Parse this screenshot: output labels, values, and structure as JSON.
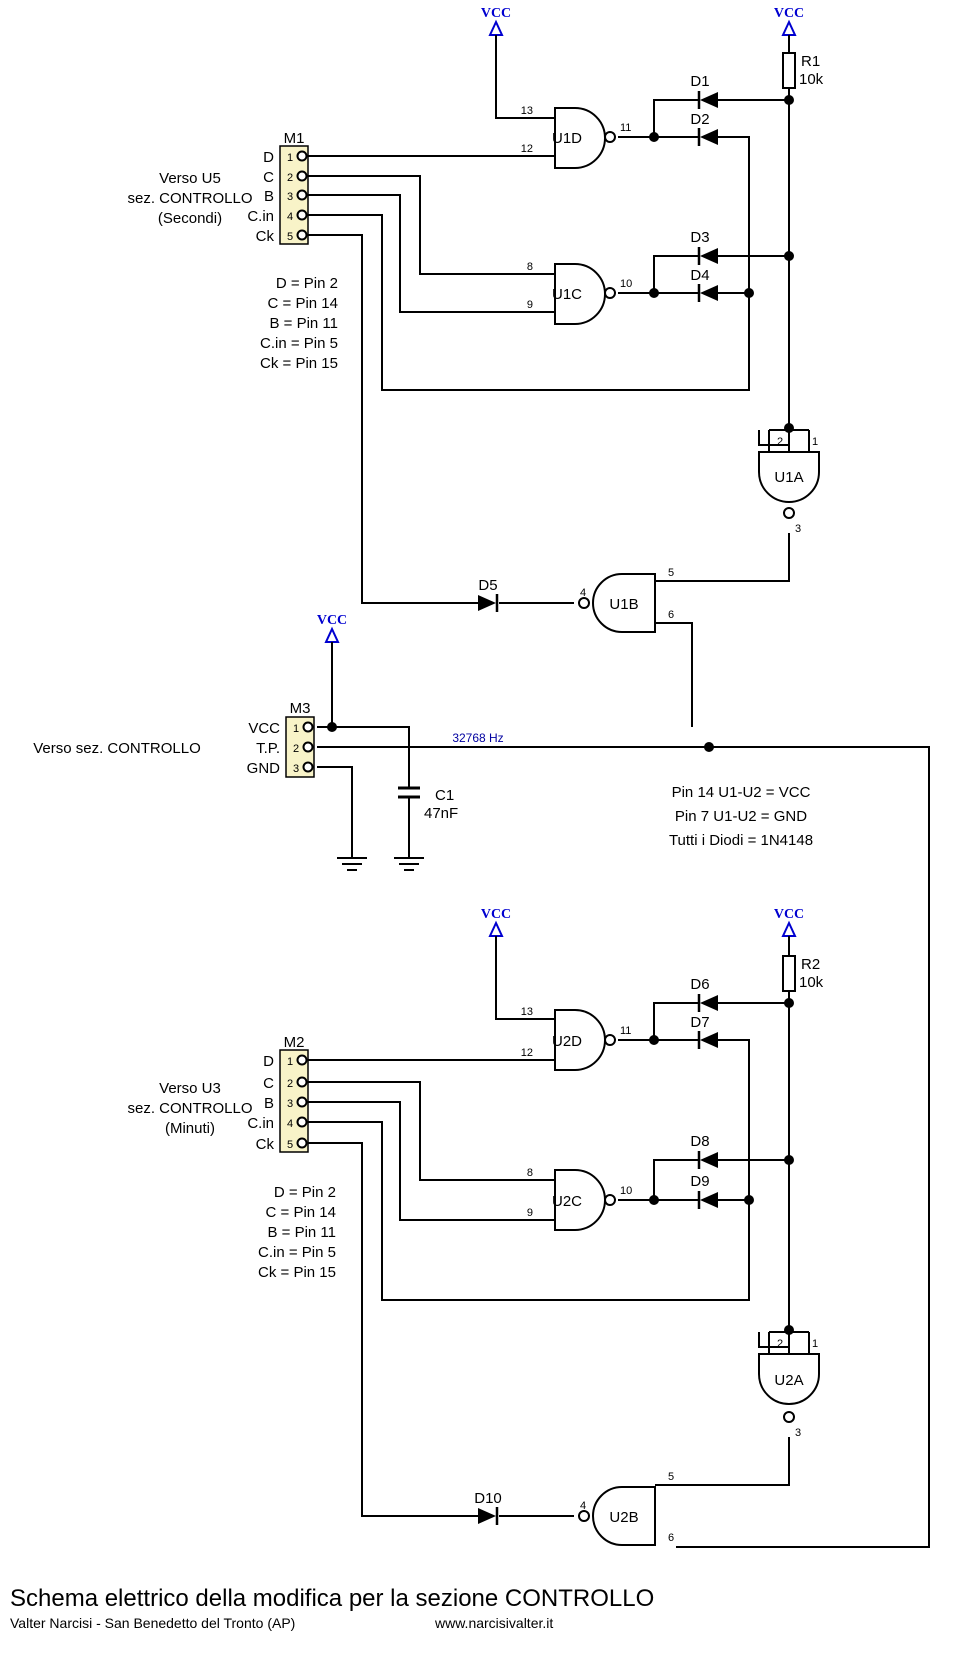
{
  "supply_label": "VCC",
  "u1": {
    "vcc_labels": [
      "VCC",
      "VCC"
    ],
    "connector": {
      "name": "M1",
      "signals": [
        "D",
        "C",
        "B",
        "C.in",
        "Ck"
      ],
      "pins": [
        "1",
        "2",
        "3",
        "4",
        "5"
      ]
    },
    "dest": [
      "Verso U5",
      "sez. CONTROLLO",
      "(Secondi)"
    ],
    "mapping": [
      "D = Pin 2",
      "C = Pin 14",
      "B = Pin 11",
      "C.in = Pin 5",
      "Ck = Pin 15"
    ],
    "gates": {
      "d": {
        "name": "U1D",
        "in_a": "13",
        "in_b": "12",
        "out": "11"
      },
      "c": {
        "name": "U1C",
        "in_a": "8",
        "in_b": "9",
        "out": "10"
      },
      "a": {
        "name": "U1A",
        "in_a": "2",
        "in_b": "1",
        "out": "3"
      },
      "b": {
        "name": "U1B",
        "in_a": "4",
        "in_b": "5",
        "in_c": "6"
      }
    },
    "diodes": [
      "D1",
      "D2",
      "D3",
      "D4",
      "D5"
    ],
    "resistor": {
      "name": "R1",
      "value": "10k"
    }
  },
  "u2": {
    "vcc_labels": [
      "VCC",
      "VCC"
    ],
    "connector": {
      "name": "M2",
      "signals": [
        "D",
        "C",
        "B",
        "C.in",
        "Ck"
      ],
      "pins": [
        "1",
        "2",
        "3",
        "4",
        "5"
      ]
    },
    "dest": [
      "Verso U3",
      "sez. CONTROLLO",
      "(Minuti)"
    ],
    "mapping": [
      "D = Pin 2",
      "C = Pin 14",
      "B = Pin 11",
      "C.in = Pin 5",
      "Ck = Pin 15"
    ],
    "gates": {
      "d": {
        "name": "U2D",
        "in_a": "13",
        "in_b": "12",
        "out": "11"
      },
      "c": {
        "name": "U2C",
        "in_a": "8",
        "in_b": "9",
        "out": "10"
      },
      "a": {
        "name": "U2A",
        "in_a": "2",
        "in_b": "1",
        "out": "3"
      },
      "b": {
        "name": "U2B",
        "in_a": "4",
        "in_b": "5",
        "in_c": "6"
      }
    },
    "diodes": [
      "D6",
      "D7",
      "D8",
      "D9",
      "D10"
    ],
    "resistor": {
      "name": "R2",
      "value": "10k"
    }
  },
  "m3": {
    "name": "M3",
    "signals": [
      "VCC",
      "T.P.",
      "GND"
    ],
    "pins": [
      "1",
      "2",
      "3"
    ],
    "dest": "Verso sez. CONTROLLO",
    "vcc_label": "VCC",
    "freq": "32768 Hz",
    "cap": {
      "name": "C1",
      "value": "47nF"
    }
  },
  "notes": [
    "Pin 14 U1-U2 = VCC",
    "Pin 7 U1-U2 = GND",
    "Tutti i Diodi = 1N4148"
  ],
  "footer": {
    "title": "Schema elettrico della modifica per la sezione CONTROLLO",
    "author": "Valter Narcisi - San Benedetto del Tronto (AP)",
    "url": "www.narcisivalter.it"
  }
}
